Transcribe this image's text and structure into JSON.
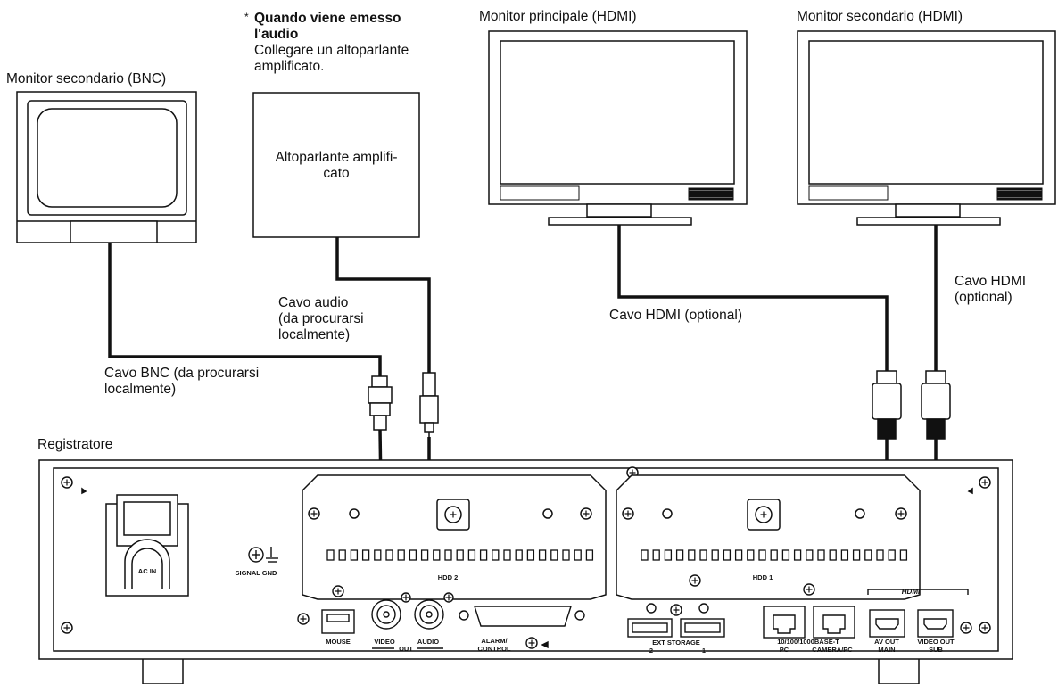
{
  "labels": {
    "monitor_bnc": "Monitor secondario (BNC)",
    "audio_note_star": "*",
    "audio_note_title_1": "Quando viene emesso",
    "audio_note_title_2": "l'audio",
    "audio_note_body_1": "Collegare un altoparlante",
    "audio_note_body_2": "amplificato.",
    "monitor_main": "Monitor principale (HDMI)",
    "monitor_sub_hdmi": "Monitor secondario (HDMI)",
    "speaker_1": "Altoparlante amplifi-",
    "speaker_2": "cato",
    "cable_audio_1": "Cavo audio",
    "cable_audio_2": "(da procurarsi",
    "cable_audio_3": "localmente)",
    "cable_hdmi_main": "Cavo HDMI (optional)",
    "cable_hdmi_sub_1": "Cavo HDMI",
    "cable_hdmi_sub_2": "(optional)",
    "cable_bnc_1": "Cavo BNC (da procurarsi",
    "cable_bnc_2": "localmente)",
    "recorder": "Registratore"
  },
  "panel": {
    "ac_in": "AC IN",
    "signal_gnd": "SIGNAL GND",
    "hdd2": "HDD 2",
    "hdd1": "HDD 1",
    "mouse": "MOUSE",
    "video": "VIDEO",
    "audio": "AUDIO",
    "out": "OUT",
    "alarm_1": "ALARM/",
    "alarm_2": "CONTROL",
    "ext_storage": "EXT STORAGE",
    "ext_2": "2",
    "ext_1": "1",
    "lan_1": "10/100/1000BASE-T",
    "lan_pc": "PC",
    "lan_cam": "CAMERA/PC",
    "hdmi_logo": "HDMI",
    "av_out_1": "AV OUT",
    "av_out_2": "MAIN",
    "video_out_1": "VIDEO OUT",
    "video_out_2": "SUB"
  }
}
